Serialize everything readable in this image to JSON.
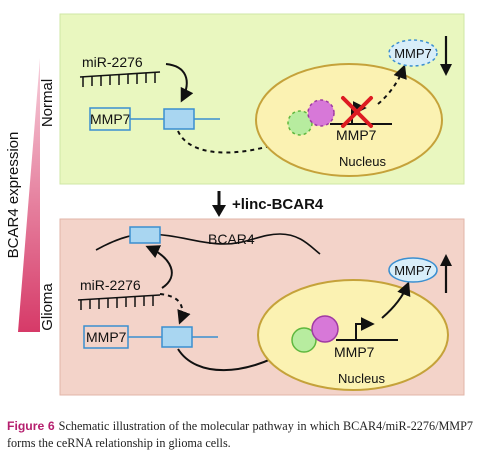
{
  "axis": {
    "label": "BCAR4 expression",
    "top_label": "Normal",
    "bottom_label": "Glioma"
  },
  "transition_label": "+linc-BCAR4",
  "normal_panel": {
    "mirna": "miR-2276",
    "gene": "MMP7",
    "nucleus_gene": "MMP7",
    "nucleus_label": "Nucleus",
    "protein": "MMP7",
    "trend": "down"
  },
  "glioma_panel": {
    "lncrna": "BCAR4",
    "mirna": "miR-2276",
    "gene": "MMP7",
    "nucleus_gene": "MMP7",
    "nucleus_label": "Nucleus",
    "protein": "MMP7",
    "trend": "up"
  },
  "caption": {
    "label": "Figure 6",
    "text": "Schematic illustration of the molecular pathway in which BCAR4/miR-2276/MMP7 forms the ceRNA relationship in glioma cells."
  },
  "colors": {
    "normal_panel_fill": "#e9f7bf",
    "glioma_panel_fill": "#f3d3c9",
    "nucleus_fill": "#fbf2b2",
    "nucleus_border": "#c5a23a",
    "gene_box_fill": "#a9d6f1",
    "gene_box_border": "#3b8fd0",
    "protein_fill": "#d8eef9",
    "pink_factor": "#d778d8",
    "green_factor": "#b7ec9f",
    "inhibit_x": "#dd1b22",
    "gradient_start": "#f7d0dc",
    "gradient_end": "#d63a68",
    "caption_label": "#b51f6e"
  }
}
